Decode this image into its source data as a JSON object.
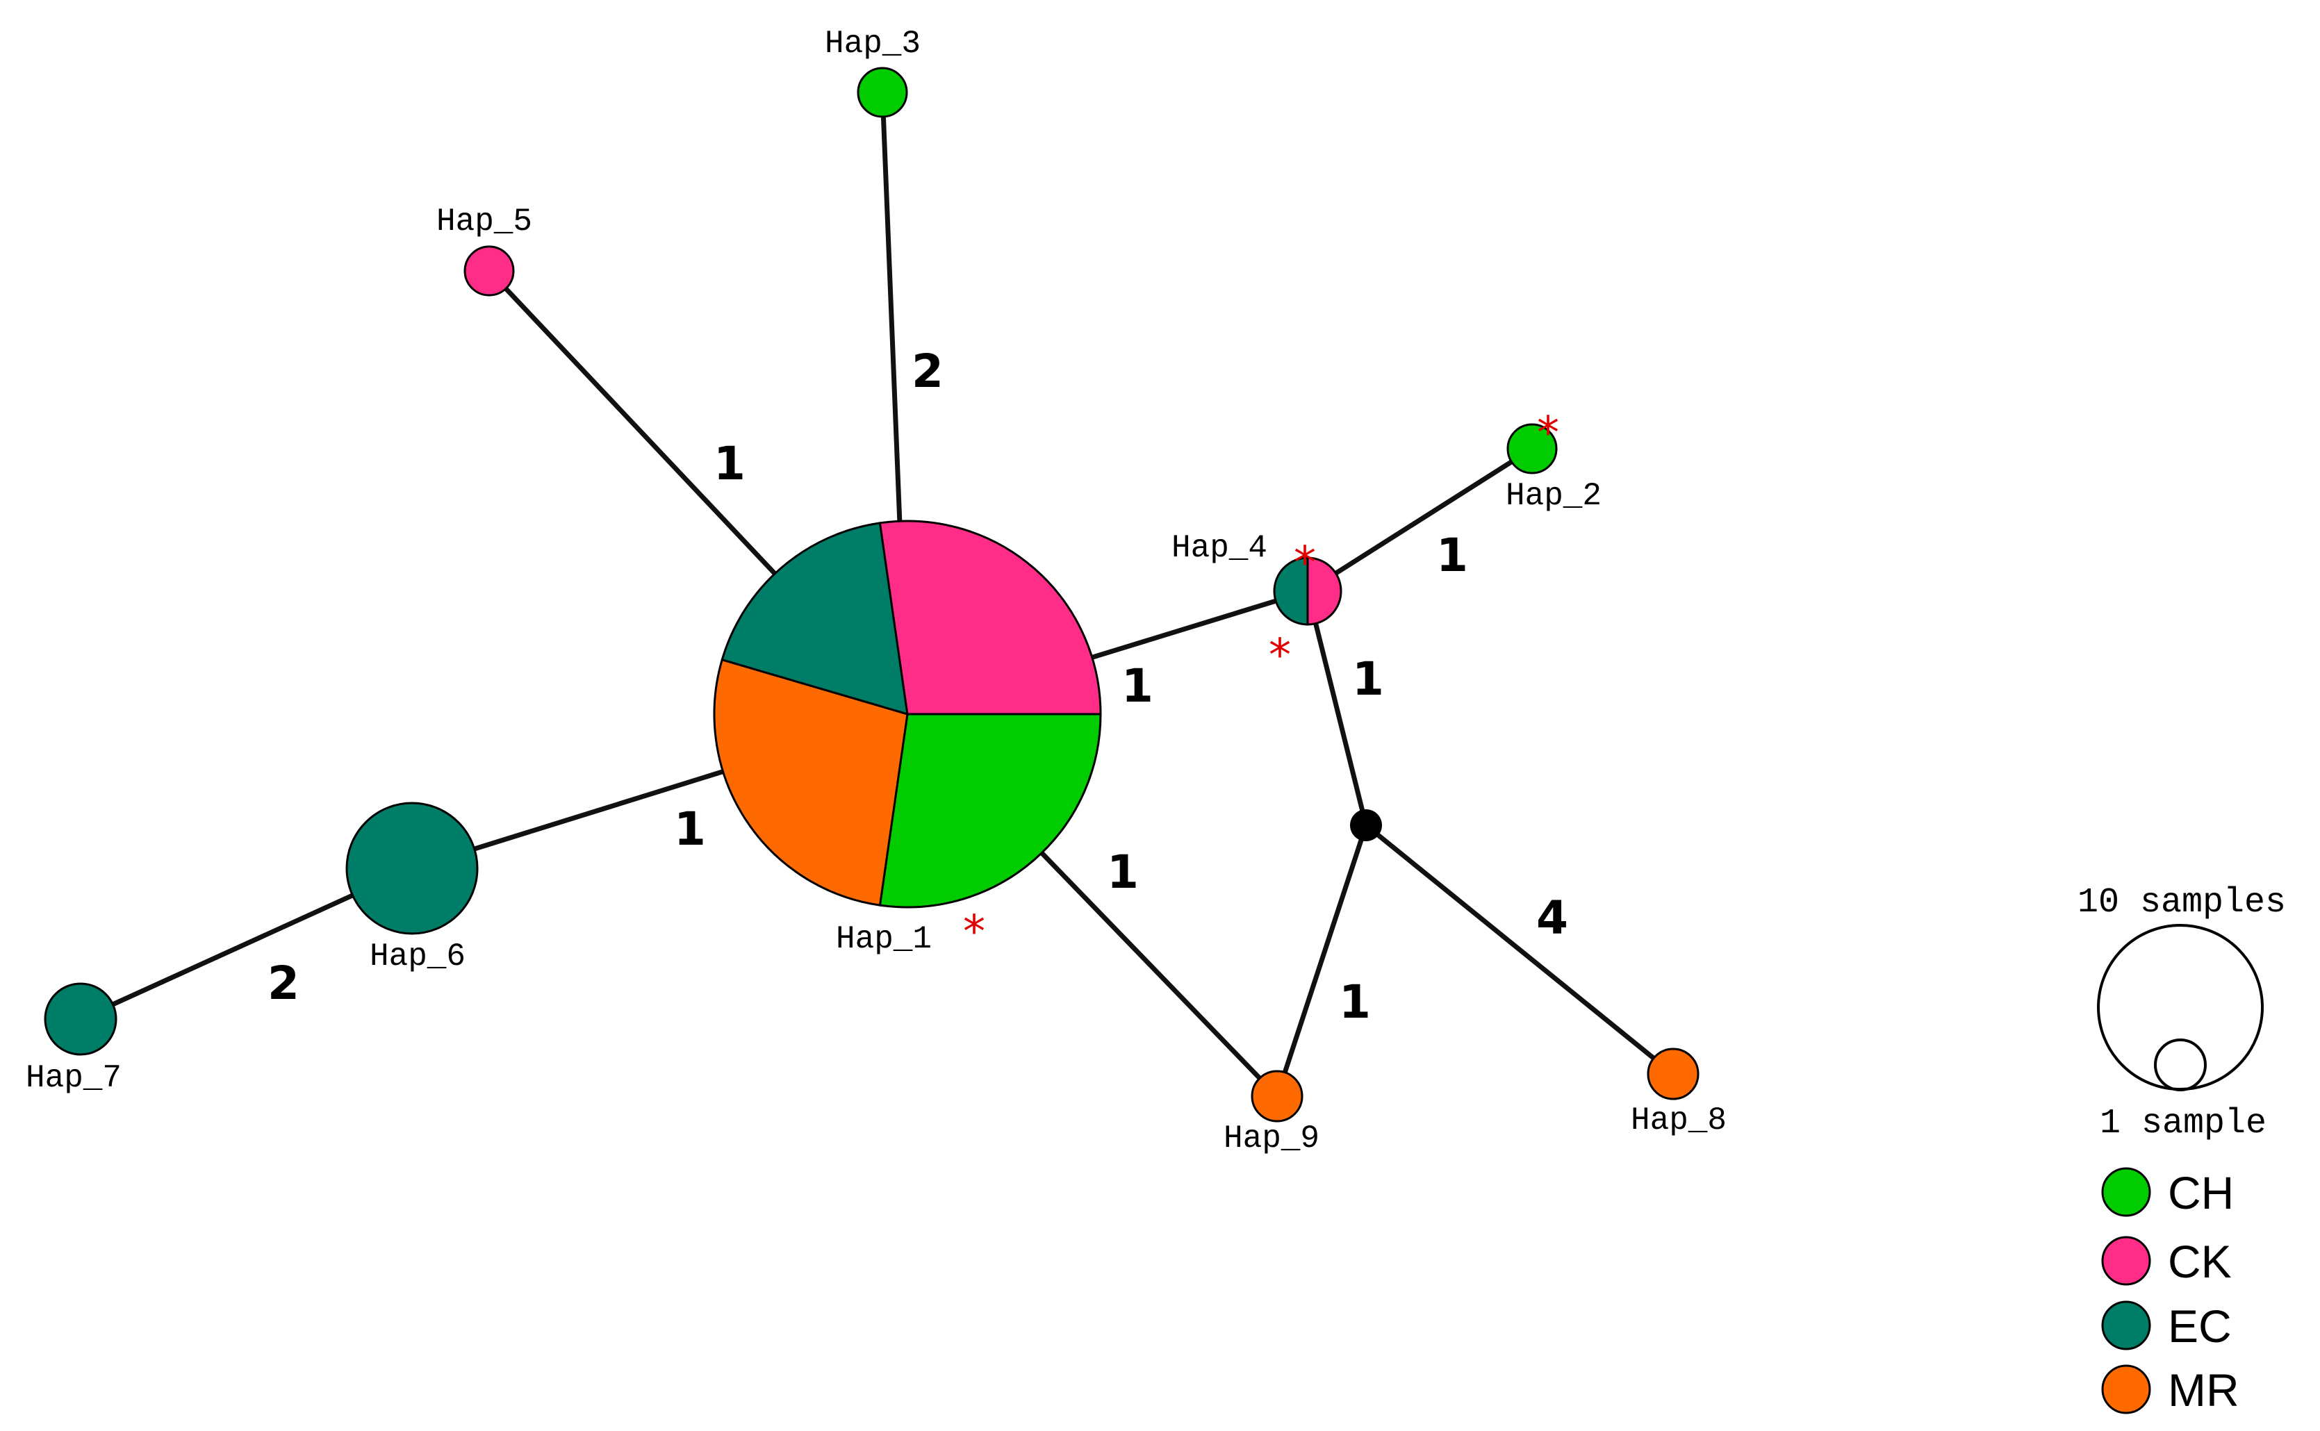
{
  "colors": {
    "CH": "#00cc00",
    "CK": "#ff2d87",
    "EC": "#007d67",
    "MR": "#ff6a00",
    "edge": "#111111",
    "marker": "#e00000"
  },
  "haplotypes": [
    {
      "id": "Hap_1",
      "label": "Hap_1",
      "marked": true,
      "composition": [
        {
          "pop": "CH",
          "count": 3
        },
        {
          "pop": "MR",
          "count": 3
        },
        {
          "pop": "EC",
          "count": 2
        },
        {
          "pop": "CK",
          "count": 3
        }
      ]
    },
    {
      "id": "Hap_2",
      "label": "Hap_2",
      "marked": true,
      "composition": [
        {
          "pop": "CH",
          "count": 1
        }
      ]
    },
    {
      "id": "Hap_3",
      "label": "Hap_3",
      "marked": false,
      "composition": [
        {
          "pop": "CH",
          "count": 1
        }
      ]
    },
    {
      "id": "Hap_4",
      "label": "Hap_4",
      "marked": true,
      "composition": [
        {
          "pop": "CK",
          "count": 1
        },
        {
          "pop": "EC",
          "count": 1
        }
      ]
    },
    {
      "id": "Hap_5",
      "label": "Hap_5",
      "marked": false,
      "composition": [
        {
          "pop": "CK",
          "count": 1
        }
      ]
    },
    {
      "id": "Hap_6",
      "label": "Hap_6",
      "marked": false,
      "composition": [
        {
          "pop": "EC",
          "count": 3
        }
      ]
    },
    {
      "id": "Hap_7",
      "label": "Hap_7",
      "marked": false,
      "composition": [
        {
          "pop": "EC",
          "count": 1
        }
      ]
    },
    {
      "id": "Hap_8",
      "label": "Hap_8",
      "marked": false,
      "composition": [
        {
          "pop": "MR",
          "count": 1
        }
      ]
    },
    {
      "id": "Hap_9",
      "label": "Hap_9",
      "marked": false,
      "composition": [
        {
          "pop": "MR",
          "count": 1
        }
      ]
    }
  ],
  "median_vectors": [
    {
      "id": "mv1"
    }
  ],
  "edges": [
    {
      "from": "Hap_1",
      "to": "Hap_3",
      "label": "2"
    },
    {
      "from": "Hap_1",
      "to": "Hap_5",
      "label": "1"
    },
    {
      "from": "Hap_1",
      "to": "Hap_4",
      "label": "1"
    },
    {
      "from": "Hap_1",
      "to": "Hap_6",
      "label": "1"
    },
    {
      "from": "Hap_1",
      "to": "Hap_9",
      "label": "1"
    },
    {
      "from": "Hap_4",
      "to": "Hap_2",
      "label": "1"
    },
    {
      "from": "Hap_4",
      "to": "mv1",
      "label": "1"
    },
    {
      "from": "mv1",
      "to": "Hap_9",
      "label": "1"
    },
    {
      "from": "mv1",
      "to": "Hap_8",
      "label": "4"
    },
    {
      "from": "Hap_6",
      "to": "Hap_7",
      "label": "2"
    }
  ],
  "scale": {
    "large_label": "10 samples",
    "small_label": "1 sample"
  },
  "legend": [
    {
      "pop": "CH",
      "label": "CH"
    },
    {
      "pop": "CK",
      "label": "CK"
    },
    {
      "pop": "EC",
      "label": "EC"
    },
    {
      "pop": "MR",
      "label": "MR"
    }
  ]
}
